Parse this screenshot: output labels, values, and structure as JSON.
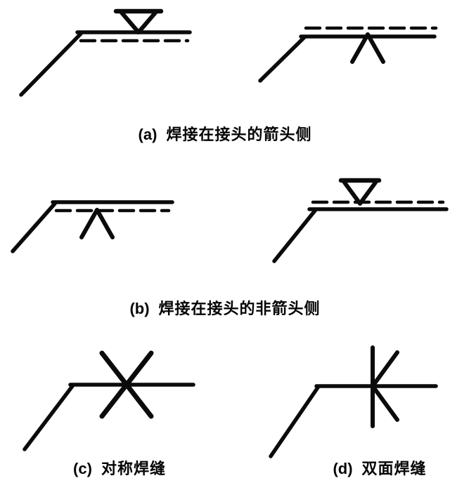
{
  "page": {
    "background": "#ffffff",
    "ink": "#0b0b0b"
  },
  "captions": {
    "a": {
      "label": "(a)",
      "text": "焊接在接头的箭头侧"
    },
    "b": {
      "label": "(b)",
      "text": "焊接在接头的非箭头侧"
    },
    "c": {
      "label": "(c)",
      "text": "对称焊缝"
    },
    "d": {
      "label": "(d)",
      "text": "双面焊缝"
    }
  },
  "diagrams": {
    "a_left": "V weld symbol above solid reference line, dashed identification line below",
    "a_right": "V weld symbol below solid reference line, dashed identification line above",
    "b_left": "V weld symbol below dashed identification line, solid reference line above",
    "b_right": "V weld symbol above dashed identification line, solid reference line below",
    "c": "X symmetric weld symbol crossing the reference line",
    "d": "K double-sided weld symbol crossing the reference line"
  }
}
